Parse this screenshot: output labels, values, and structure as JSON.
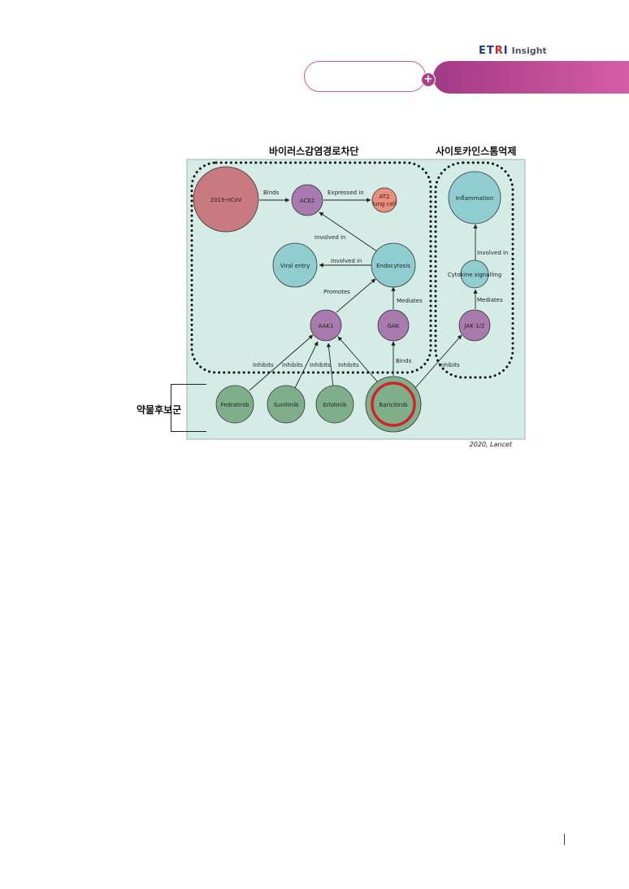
{
  "header": {
    "brand_logo_left": "ET",
    "brand_logo_r": "R",
    "brand_logo_right": "I",
    "brand_text": "Insight",
    "plus_glyph": "+",
    "accent_color": "#b0418e"
  },
  "groups": {
    "viral_blocking": "바이러스감염경로차단",
    "cytokine": "사이토카인스톰억제",
    "drug_candidates": "약물후보군"
  },
  "nodes": {
    "ncov": "2019-nCoV",
    "ace2": "ACE2",
    "at2_line1": "AT2",
    "at2_line2": "lung cell",
    "viral_entry": "Viral entry",
    "endocytosis": "Endocytosis",
    "aak1": "AAK1",
    "gak": "GAK",
    "inflammation": "Inflammation",
    "cytokine_signalling": "Cytokine signalling",
    "jak": "JAK 1/2",
    "fedratinib": "Fedratinib",
    "sunitinib": "Sunitinib",
    "erlotinib": "Erlotinib",
    "baricitinib": "Baricitinib"
  },
  "edges": {
    "binds_ace2": "Binds",
    "expressed_in": "Expressed in",
    "involved_in_ace2": "Involved in",
    "involved_in_viral": "Involved in",
    "promotes": "Promotes",
    "mediates_gak": "Mediates",
    "involved_in_inflammation": "Involved in",
    "mediates_jak": "Mediates",
    "inhibits_1": "Inhibits",
    "inhibits_2": "Inhibits",
    "inhibits_3": "Inhibits",
    "inhibits_4": "Inhibits",
    "binds_gak": "Binds",
    "inhibits_jak": "Inhibits"
  },
  "colors": {
    "panel_bg": "#d5ece6",
    "ncov": "#c97a80",
    "purple_node": "#a97aae",
    "teal_node": "#8fcdd0",
    "green_node": "#7faf8a",
    "at2": "#ec8f7a",
    "highlight_ring": "#d2232a"
  },
  "footer": {
    "credit": "2020, Lancet"
  }
}
